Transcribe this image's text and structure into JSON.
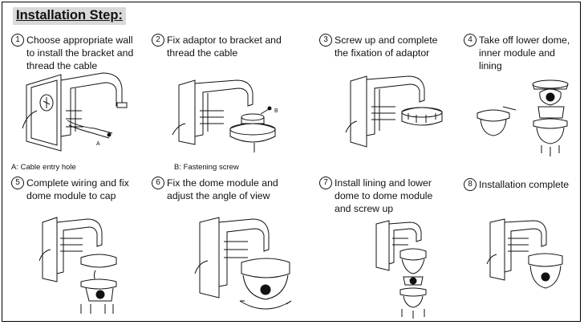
{
  "title": "Installation Step:",
  "steps": [
    {
      "num": "1",
      "line1": "Choose appropriate wall",
      "line2": "to install the bracket and",
      "line3": "thread the cable"
    },
    {
      "num": "2",
      "line1": "Fix adaptor to bracket and",
      "line2": "thread the cable",
      "line3": ""
    },
    {
      "num": "3",
      "line1": "Screw up and complete",
      "line2": "the fixation of adaptor",
      "line3": ""
    },
    {
      "num": "4",
      "line1": "Take off lower dome,",
      "line2": "inner module and",
      "line3": "lining"
    },
    {
      "num": "5",
      "line1": "Complete wiring and fix",
      "line2": "dome module to cap",
      "line3": ""
    },
    {
      "num": "6",
      "line1": "Fix the dome module and",
      "line2": "adjust the angle of view",
      "line3": ""
    },
    {
      "num": "7",
      "line1": "Install lining and lower",
      "line2": "dome to dome module",
      "line3": "and screw up"
    },
    {
      "num": "8",
      "line1": "Installation complete",
      "line2": "",
      "line3": ""
    }
  ],
  "captions": {
    "cable_entry": "A: Cable entry hole",
    "fastening": "B: Fastening screw"
  },
  "markers": {
    "a": "A",
    "b": "B"
  },
  "colors": {
    "ink": "#111111",
    "title_bg": "#d9d9d9",
    "fill": "#ffffff"
  }
}
